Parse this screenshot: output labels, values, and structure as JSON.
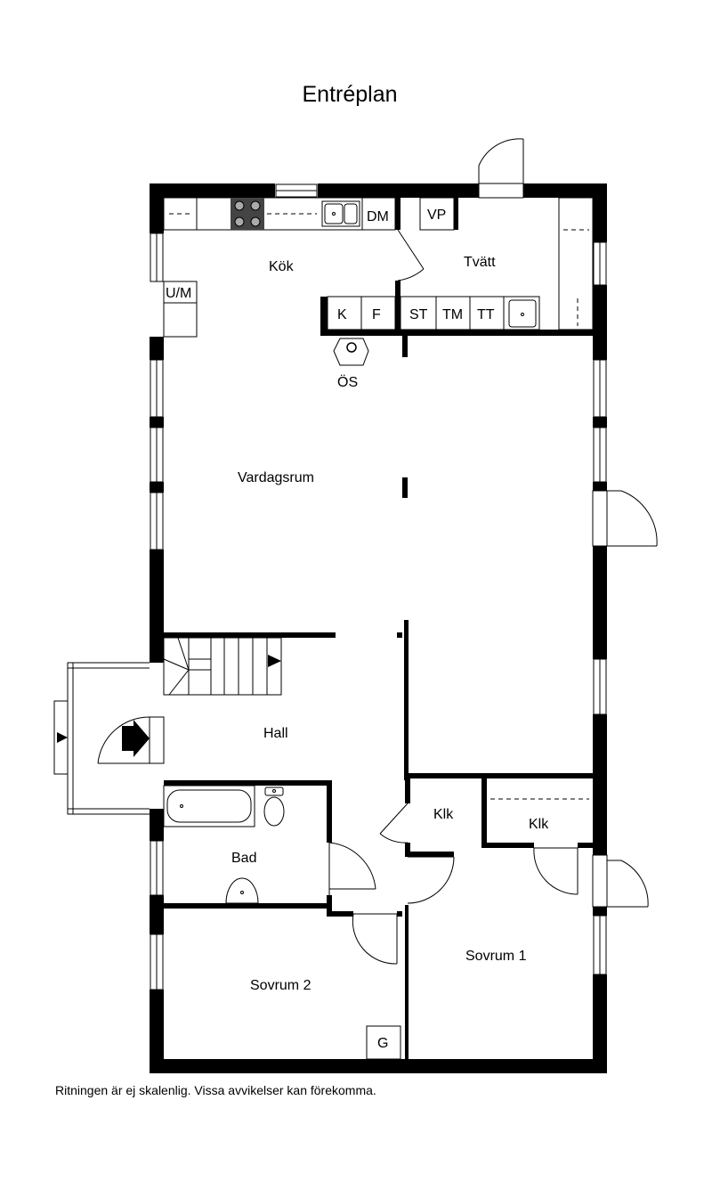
{
  "title": "Entréplan",
  "footnote": "Ritningen är ej skalenlig. Vissa avvikelser kan förekomma.",
  "rooms": {
    "kitchen": "Kök",
    "laundry": "Tvätt",
    "living_room": "Vardagsrum",
    "hall": "Hall",
    "bathroom": "Bad",
    "closet_1": "Klk",
    "closet_2": "Klk",
    "bedroom_1": "Sovrum 1",
    "bedroom_2": "Sovrum 2"
  },
  "appliances": {
    "dishwasher": "DM",
    "water_heater": "VP",
    "microwave": "U/M",
    "fridge": "K",
    "freezer": "F",
    "dryer_cabinet": "ST",
    "washing_machine": "TM",
    "tumble_dryer": "TT",
    "fireplace": "ÖS",
    "wardrobe": "G"
  },
  "icons": [
    "stove-icon",
    "kitchen-sink-icon",
    "laundry-sink-icon",
    "fireplace-icon",
    "bathtub-icon",
    "toilet-icon",
    "washbasin-icon",
    "entrance-arrow-icon",
    "stairs-icon"
  ]
}
